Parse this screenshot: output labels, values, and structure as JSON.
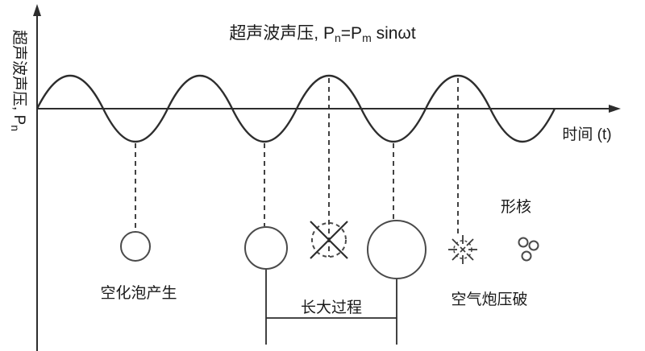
{
  "diagram": {
    "title": {
      "p1": "超声波声压, P",
      "sub1": "n",
      "p2": "=P",
      "sub2": "m",
      "p3": " sinωt"
    },
    "y_axis": {
      "p1": "超声波声压, P",
      "sub1": "n"
    },
    "x_axis_label": "时间 (t)",
    "annotations": {
      "bubble_generation": "空化泡产生",
      "growth_process": "长大过程",
      "bubble_burst": "空气炮压破",
      "nucleation": "形核"
    },
    "colors": {
      "line": "#2d2d2d",
      "text": "#1a1a1a",
      "background": "#ffffff"
    }
  }
}
